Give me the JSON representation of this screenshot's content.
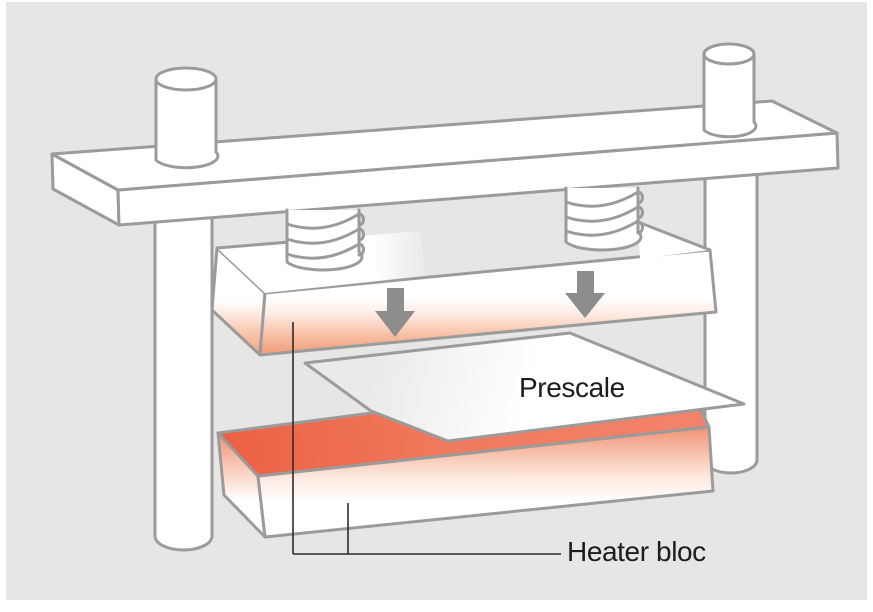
{
  "diagram": {
    "title": "Heat press with Prescale film diagram",
    "labels": {
      "sheet": "Prescale",
      "heater": "Heater bloc"
    },
    "icons": [
      {
        "name": "down-arrow-icon",
        "meaning": "pressing force direction"
      },
      {
        "name": "down-arrow-icon",
        "meaning": "pressing force direction"
      },
      {
        "name": "coil-spring-icon",
        "meaning": "press spring"
      },
      {
        "name": "coil-spring-icon",
        "meaning": "press spring"
      }
    ],
    "colors": {
      "background": "#e6e6e4",
      "frame": "#ffffff",
      "outline": "#9b9b9b",
      "surface": "#ffffff",
      "heat_red": "#ee6a4c",
      "heat_glow": "#f5a888",
      "arrow": "#8d8d8d",
      "leader_line": "#2e2b2a",
      "text": "#1f1b1a"
    }
  }
}
